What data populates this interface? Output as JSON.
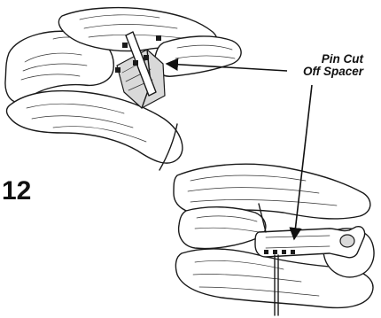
{
  "callout": {
    "line1": "Pin Cut",
    "line2": "Off Spacer"
  },
  "step": {
    "number": "12"
  }
}
